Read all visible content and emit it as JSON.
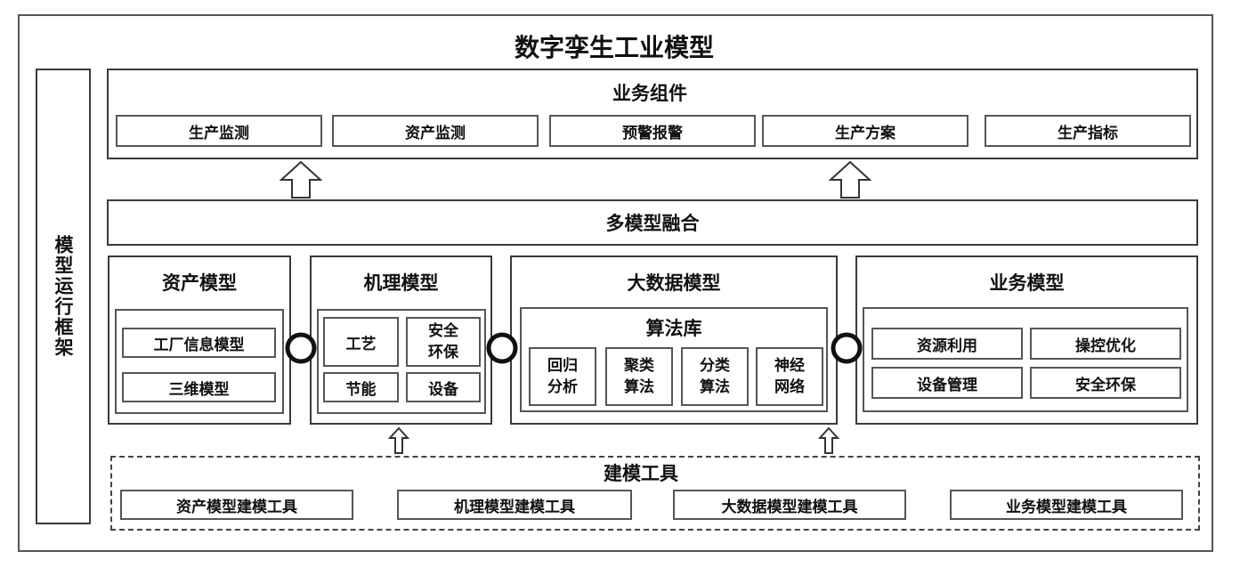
{
  "title": "数字孪生工业模型",
  "side_label": "模型运行框架",
  "business_components": {
    "label": "业务组件",
    "items": [
      "生产监测",
      "资产监测",
      "预警报警",
      "生产方案",
      "生产指标"
    ]
  },
  "fusion_label": "多模型融合",
  "asset_model": {
    "label": "资产模型",
    "items": [
      "工厂信息模型",
      "三维模型"
    ]
  },
  "mechanism_model": {
    "label": "机理模型",
    "items": [
      "工艺",
      "安全环保",
      "节能",
      "设备"
    ]
  },
  "bigdata_model": {
    "label": "大数据模型",
    "library_label": "算法库",
    "items": [
      "回归分析",
      "聚类算法",
      "分类算法",
      "神经网络"
    ]
  },
  "business_model": {
    "label": "业务模型",
    "items": [
      "资源利用",
      "操控优化",
      "设备管理",
      "安全环保"
    ]
  },
  "modeling_tools": {
    "label": "建模工具",
    "items": [
      "资产模型建模工具",
      "机理模型建模工具",
      "大数据模型建模工具",
      "业务模型建模工具"
    ]
  }
}
